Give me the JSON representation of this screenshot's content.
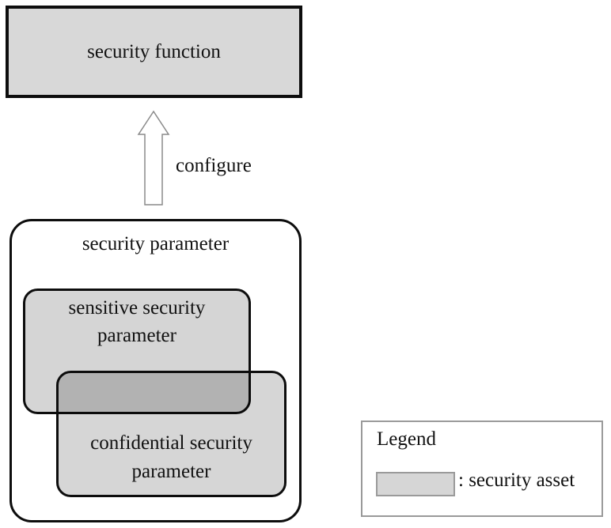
{
  "diagram": {
    "security_function_label": "security function",
    "configure_label": "configure",
    "security_parameter_label": "security parameter",
    "sensitive_parameter": {
      "line1": "sensitive security",
      "line2": "parameter"
    },
    "confidential_parameter": {
      "line1": "confidential security",
      "line2": "parameter"
    }
  },
  "legend": {
    "title": "Legend",
    "entry_label": ": security asset"
  },
  "colors": {
    "asset_fill": "#d6d6d6",
    "overlap_fill": "#b3b3b3",
    "box_border": "#0d0d0d",
    "legend_border": "#9a9a9a",
    "arrow_outline": "#8a8a8a"
  }
}
